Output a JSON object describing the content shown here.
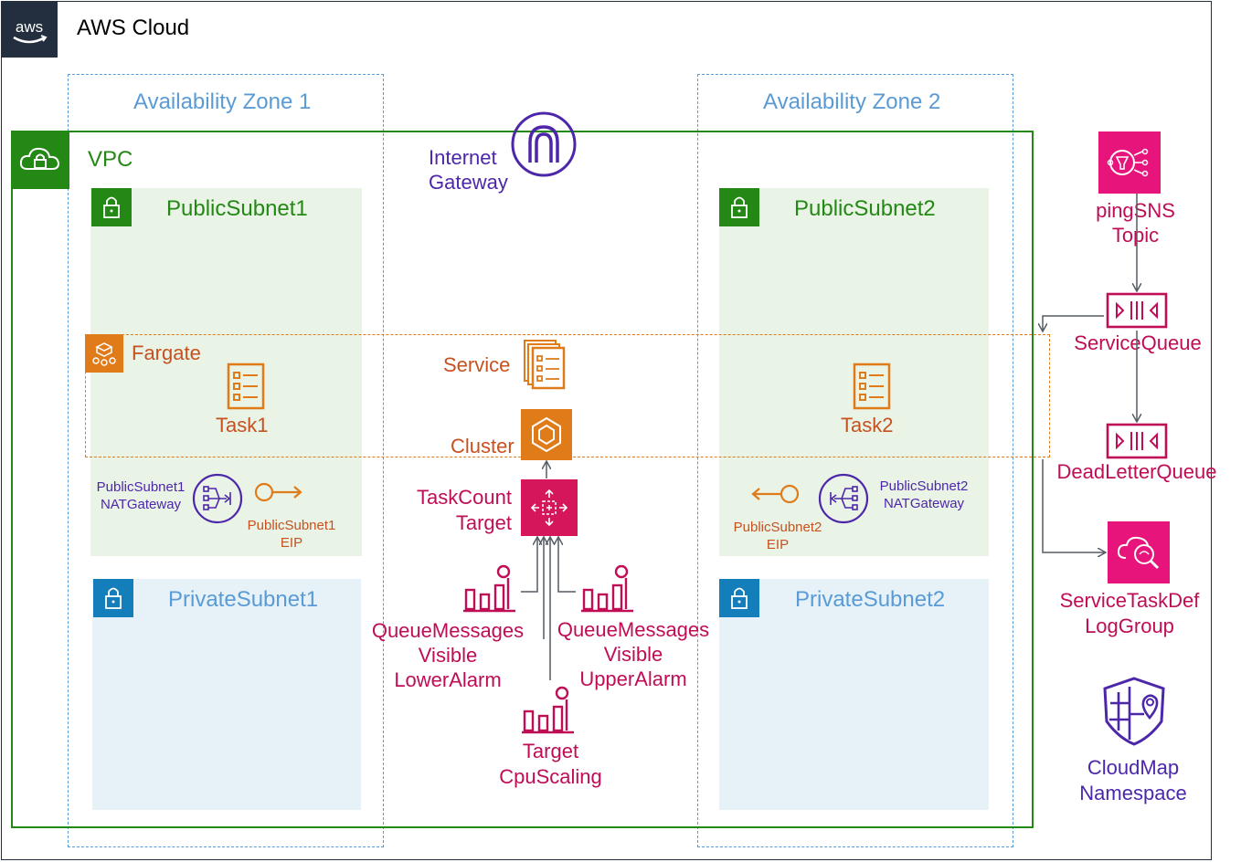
{
  "cloud": {
    "title": "AWS Cloud"
  },
  "zones": [
    {
      "label": "Availability Zone 1"
    },
    {
      "label": "Availability Zone 2"
    }
  ],
  "vpc": {
    "label": "VPC"
  },
  "internet_gateway": {
    "line1": "Internet",
    "line2": "Gateway"
  },
  "subnets": {
    "public1": "PublicSubnet1",
    "public2": "PublicSubnet2",
    "private1": "PrivateSubnet1",
    "private2": "PrivateSubnet2"
  },
  "fargate": {
    "label": "Fargate"
  },
  "tasks": {
    "task1": "Task1",
    "task2": "Task2"
  },
  "service": {
    "label": "Service"
  },
  "cluster": {
    "label": "Cluster"
  },
  "taskcount": {
    "line1": "TaskCount",
    "line2": "Target"
  },
  "nat1": {
    "line1": "PublicSubnet1",
    "line2": "NATGateway"
  },
  "nat2": {
    "line1": "PublicSubnet2",
    "line2": "NATGateway"
  },
  "eip1": {
    "line1": "PublicSubnet1",
    "line2": "EIP"
  },
  "eip2": {
    "line1": "PublicSubnet2",
    "line2": "EIP"
  },
  "alarm_lower": {
    "line1": "QueueMessages",
    "line2": "Visible",
    "line3": "LowerAlarm"
  },
  "alarm_upper": {
    "line1": "QueueMessages",
    "line2": "Visible",
    "line3": "UpperAlarm"
  },
  "cpu_scaling": {
    "line1": "Target",
    "line2": "CpuScaling"
  },
  "sns": {
    "line1": "pingSNS",
    "line2": "Topic"
  },
  "service_queue": {
    "label": "ServiceQueue"
  },
  "dead_letter_queue": {
    "label": "DeadLetterQueue"
  },
  "log_group": {
    "line1": "ServiceTaskDef",
    "line2": "LogGroup"
  },
  "cloudmap": {
    "line1": "CloudMap",
    "line2": "Namespace"
  },
  "colors": {
    "aws_dark": "#232f3e",
    "vpc_green": "#248814",
    "az_blue": "#5a9bd5",
    "fargate_orange": "#e07b1a",
    "networking_purple": "#4d27aa",
    "pink": "#bf0d56"
  }
}
